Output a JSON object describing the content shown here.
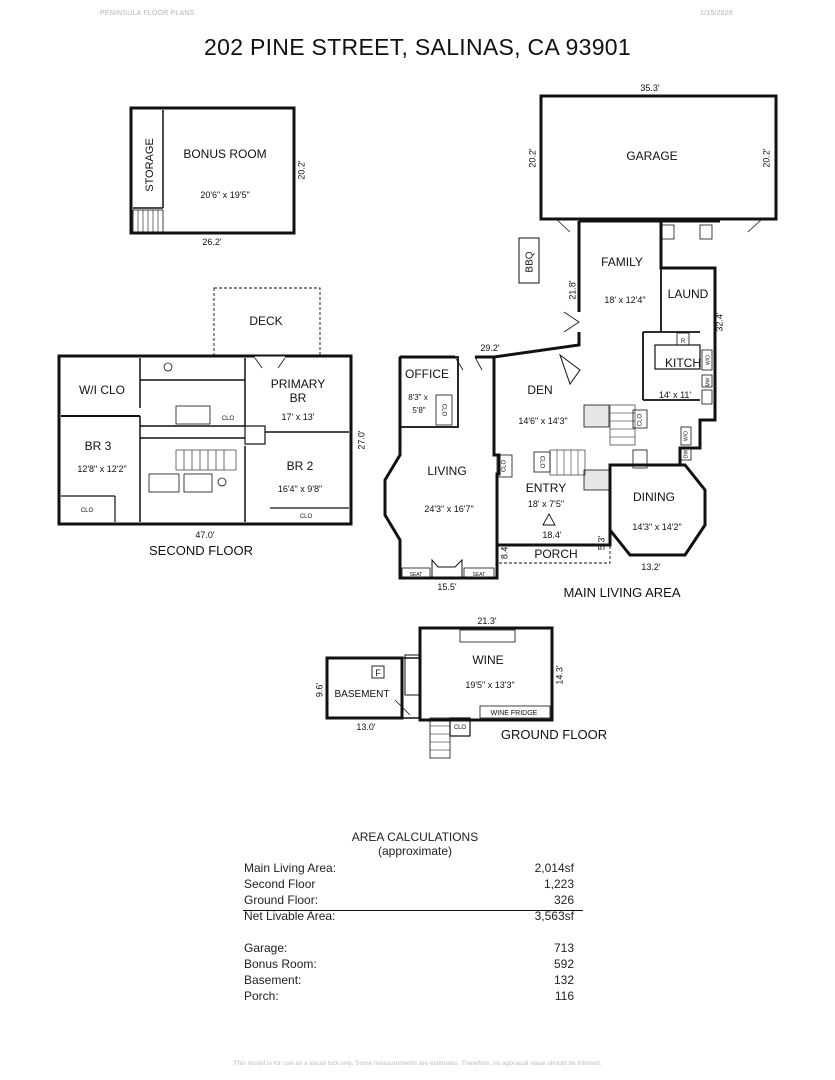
{
  "header": {
    "company": "PENINSULA FLOOR PLANS",
    "date": "1/15/2026",
    "title": "202 PINE STREET, SALINAS, CA  93901"
  },
  "floors": {
    "second": "SECOND FLOOR",
    "main": "MAIN LIVING AREA",
    "ground": "GROUND FLOOR"
  },
  "rooms": {
    "storage": "STORAGE",
    "bonus": {
      "name": "BONUS ROOM",
      "size": "20'6\" x 19'5\""
    },
    "deck": "DECK",
    "wi_clo": "W/I CLO",
    "primary": {
      "line1": "PRIMARY",
      "line2": "BR",
      "size": "17' x 13'"
    },
    "br3": {
      "name": "BR 3",
      "size": "12'8\" x 12'2\""
    },
    "br2": {
      "name": "BR 2",
      "size": "16'4\" x 9'8\""
    },
    "garage": "GARAGE",
    "bbq": "BBQ",
    "family": {
      "name": "FAMILY",
      "size": "18' x 12'4\""
    },
    "laund": "LAUND",
    "kitch": {
      "name": "KITCH",
      "size": "14' x 11'"
    },
    "office": {
      "name": "OFFICE",
      "size1": "8'3\" x",
      "size2": "5'8\""
    },
    "den": {
      "name": "DEN",
      "size": "14'6\" x 14'3\""
    },
    "living": {
      "name": "LIVING",
      "size": "24'3\" x 16'7\""
    },
    "entry": {
      "name": "ENTRY",
      "size": "18' x 7'5\""
    },
    "dining": {
      "name": "DINING",
      "size": "14'3\" x 14'2\""
    },
    "porch": "PORCH",
    "wine": {
      "name": "WINE",
      "size": "19'5\" x 13'3\""
    },
    "basement": "BASEMENT",
    "furnace": "F",
    "wine_fridge": "WINE FRIDGE",
    "seat": "SEAT",
    "clo": "CLO",
    "r": "R",
    "wo": "W/O",
    "dw": "DW",
    "mw": "MW"
  },
  "dims": {
    "bonus_w": "26.2'",
    "bonus_h": "20.2'",
    "garage_w": "35.3'",
    "garage_h": "20.2'",
    "second_w": "47.0'",
    "second_h": "27.0'",
    "main_top": "29.2'",
    "main_side": "21.8'",
    "main_right": "32.4'",
    "porch_w": "18.4'",
    "porch_h": "8.4'",
    "porch_r": "5.3'",
    "living_b": "15.5'",
    "dining_b": "13.2'",
    "wine_w": "21.3'",
    "wine_h": "14.3'",
    "base_w": "13.0'",
    "base_h": "9.6'"
  },
  "area": {
    "title": "AREA CALCULATIONS",
    "subtitle": "(approximate)",
    "rows": [
      {
        "label": "Main Living Area:",
        "value": "2,014sf"
      },
      {
        "label": "Second Floor",
        "value": "1,223"
      },
      {
        "label": "Ground Floor:",
        "value": "326"
      },
      {
        "label": "Net Livable Area:",
        "value": "3,563sf"
      },
      {
        "label": "Garage:",
        "value": "713"
      },
      {
        "label": "Bonus Room:",
        "value": "592"
      },
      {
        "label": "Basement:",
        "value": "132"
      },
      {
        "label": "Porch:",
        "value": "116"
      }
    ]
  },
  "footer": "This model is for use as a visual tool only. Some measurements are estimates. Therefore, no appraisal value should be inferred."
}
